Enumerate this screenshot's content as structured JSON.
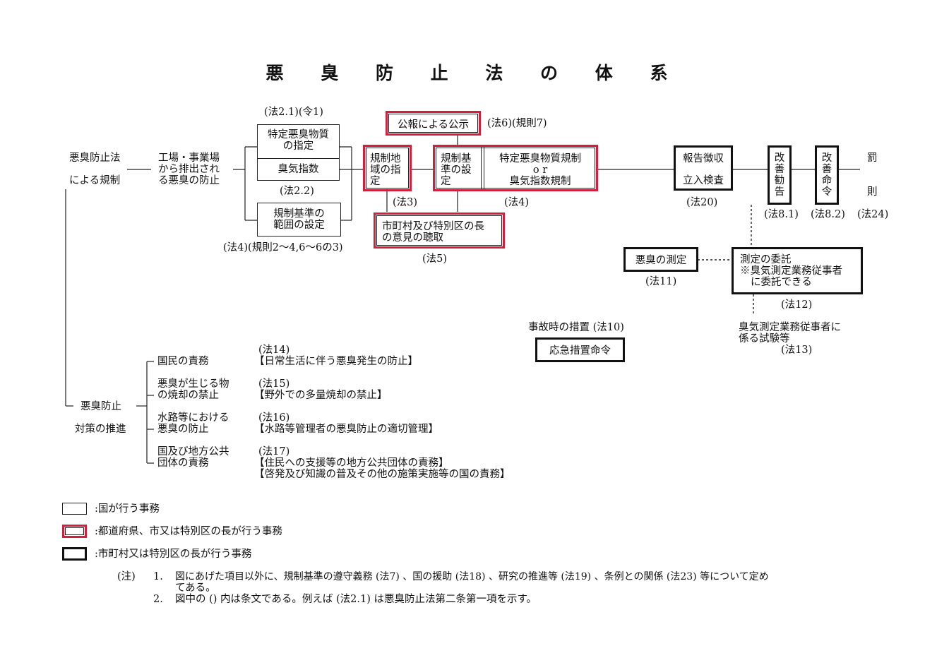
{
  "title": "悪 臭 防 止 法 の 体 系",
  "left": {
    "regulation_label_1": "悪臭防止法",
    "regulation_label_2": "による規制",
    "promotion_label_1": "悪臭防止",
    "promotion_label_2": "対策の推進",
    "factory_1": "工場・事業場",
    "factory_2": "から排出され",
    "factory_3": "る悪臭の防止"
  },
  "nodes": {
    "tokutei_ref": "(法2.1)(令1)",
    "tokutei_1": "特定悪臭物質",
    "tokutei_2": "の指定",
    "shisu": "臭気指数",
    "shisu_ref": "(法2.2)",
    "kijun_1": "規制基準の",
    "kijun_2": "範囲の設定",
    "kijun_ref": "(法4)(規則2～4,6～6の3)",
    "koukoku": "公報による公示",
    "koukoku_ref": "(法6)(規則7)",
    "chiiki_1": "規制地",
    "chiiki_2": "域の指",
    "chiiki_3": "定",
    "chiiki_ref": "(法3)",
    "settei_1": "規制基",
    "settei_2": "準の設",
    "settei_3": "定",
    "kisei_1": "特定悪臭物質規制",
    "kisei_2": "o r",
    "kisei_3": "臭気指数規制",
    "kisei_ref": "(法4)",
    "iken_1": "市町村及び特別区の長",
    "iken_2": "の意見の聴取",
    "iken_ref": "(法5)",
    "houkoku_1": "報告徴収",
    "houkoku_2": "立入検査",
    "houkoku_ref": "(法20)",
    "kankoku_chars": [
      "改",
      "善",
      "勧",
      "告"
    ],
    "kankoku_ref": "(法8.1)",
    "meirei_chars": [
      "改",
      "善",
      "命",
      "令"
    ],
    "meirei_ref": "(法8.2)",
    "bassoku_1": "罰",
    "bassoku_2": "則",
    "bassoku_ref": "(法24)",
    "sokutei": "悪臭の測定",
    "sokutei_ref": "(法11)",
    "itaku_1": "測定の委託",
    "itaku_2": "※臭気測定業務従事者",
    "itaku_3": "に委託できる",
    "itaku_ref": "(法12)",
    "shiken_1": "臭気測定業務従事者に",
    "shiken_2": "係る試験等",
    "shiken_ref": "(法13)",
    "jiko_label": "事故時の措置 (法10)",
    "oukyu": "応急措置命令"
  },
  "promotion_items": [
    {
      "name_1": "国民の責務",
      "name_2": "",
      "ref": "(法14)",
      "desc_1": "【日常生活に伴う悪臭発生の防止】",
      "desc_2": ""
    },
    {
      "name_1": "悪臭が生じる物",
      "name_2": "の焼却の禁止",
      "ref": "(法15)",
      "desc_1": "【野外での多量焼却の禁止】",
      "desc_2": ""
    },
    {
      "name_1": "水路等における",
      "name_2": "悪臭の防止",
      "ref": "(法16)",
      "desc_1": "【水路等管理者の悪臭防止の適切管理】",
      "desc_2": ""
    },
    {
      "name_1": "国及び地方公共",
      "name_2": "団体の責務",
      "ref": "(法17)",
      "desc_1": "【住民への支援等の地方公共団体の責務】",
      "desc_2": "【啓発及び知識の普及その他の施策実施等の国の責務】"
    }
  ],
  "legend": [
    {
      "style": "thin",
      "color": "#222222",
      "label": ":国が行う事務"
    },
    {
      "style": "red",
      "color": "#d21f3c",
      "label": ":都道府県、市又は特別区の長が行う事務"
    },
    {
      "style": "thick",
      "color": "#111111",
      "label": ":市町村又は特別区の長が行う事務"
    }
  ],
  "notes": {
    "prefix": "(注)",
    "n1_num": "1.",
    "n1_line1": "図にあげた項目以外に、規制基準の遵守義務 (法7) 、国の援助 (法18) 、研究の推進等 (法19) 、条例との関係 (法23) 等について定め",
    "n1_line2": "てある。",
    "n2_num": "2.",
    "n2_line1": "図中の () 内は条文である。例えば (法2.1) は悪臭防止法第二条第一項を示す。"
  }
}
